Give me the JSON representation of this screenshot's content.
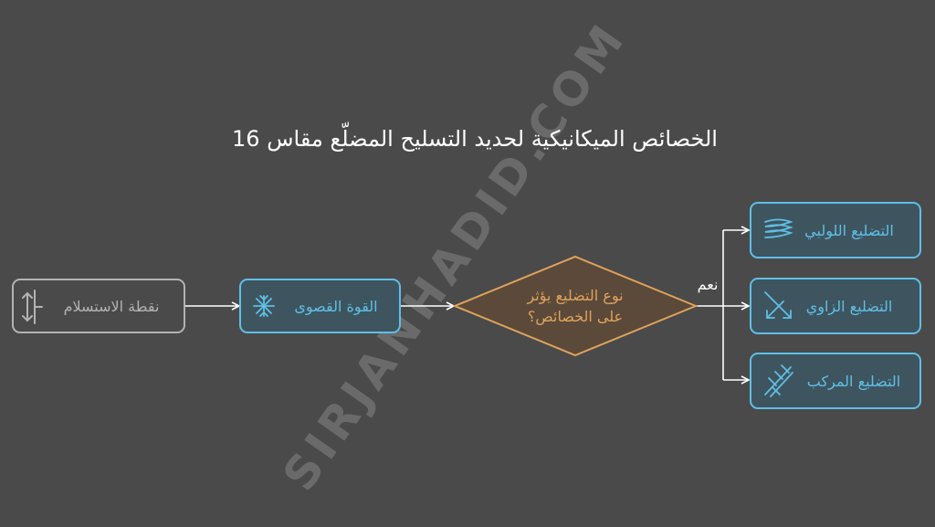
{
  "title": "الخصائص الميكانيكية لحديد التسليح المضلّع مقاس 16",
  "watermark": "SIRJANHADID.COM",
  "colors": {
    "background": "#4a4a4a",
    "neutral": "#b3b3b3",
    "blue": "#5fbfe6",
    "blue_fill": "#3e5560",
    "orange": "#e0a25c",
    "orange_fill": "#5b4a3a"
  },
  "nodes": {
    "yield_point": {
      "label": "نقطة الاستسلام",
      "icon": "yield-icon"
    },
    "ultimate_strength": {
      "label": "القوة القصوى",
      "icon": "snowflake-icon"
    },
    "decision": {
      "line1": "نوع التضليع يؤثر",
      "line2": "على الخصائص؟"
    },
    "spiral_rib": {
      "label": "التضليع اللولبي",
      "icon": "spiral-icon"
    },
    "angular_rib": {
      "label": "التضليع الزاوي",
      "icon": "diagonal-arrows-icon"
    },
    "compound_rib": {
      "label": "التضليع المركب",
      "icon": "braid-icon"
    }
  },
  "edges": {
    "yes_label": "نعم"
  }
}
